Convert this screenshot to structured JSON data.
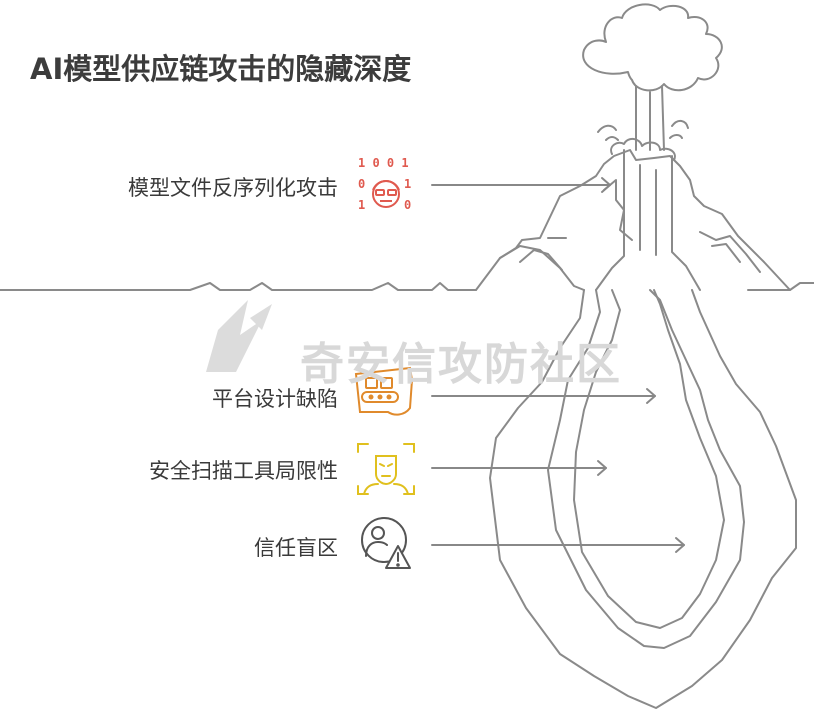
{
  "title": "AI模型供应链攻击的隐藏深度",
  "watermark": "奇安信攻防社区",
  "layers": [
    {
      "label": "模型文件反序列化攻击",
      "icon": "binary-hacker-icon",
      "color": "#e05a4f"
    },
    {
      "label": "平台设计缺陷",
      "icon": "conveyor-belt-icon",
      "color": "#e08a2c"
    },
    {
      "label": "安全扫描工具局限性",
      "icon": "face-scan-icon",
      "color": "#e0c01e"
    },
    {
      "label": "信任盲区",
      "icon": "user-warning-icon",
      "color": "#555555"
    }
  ]
}
